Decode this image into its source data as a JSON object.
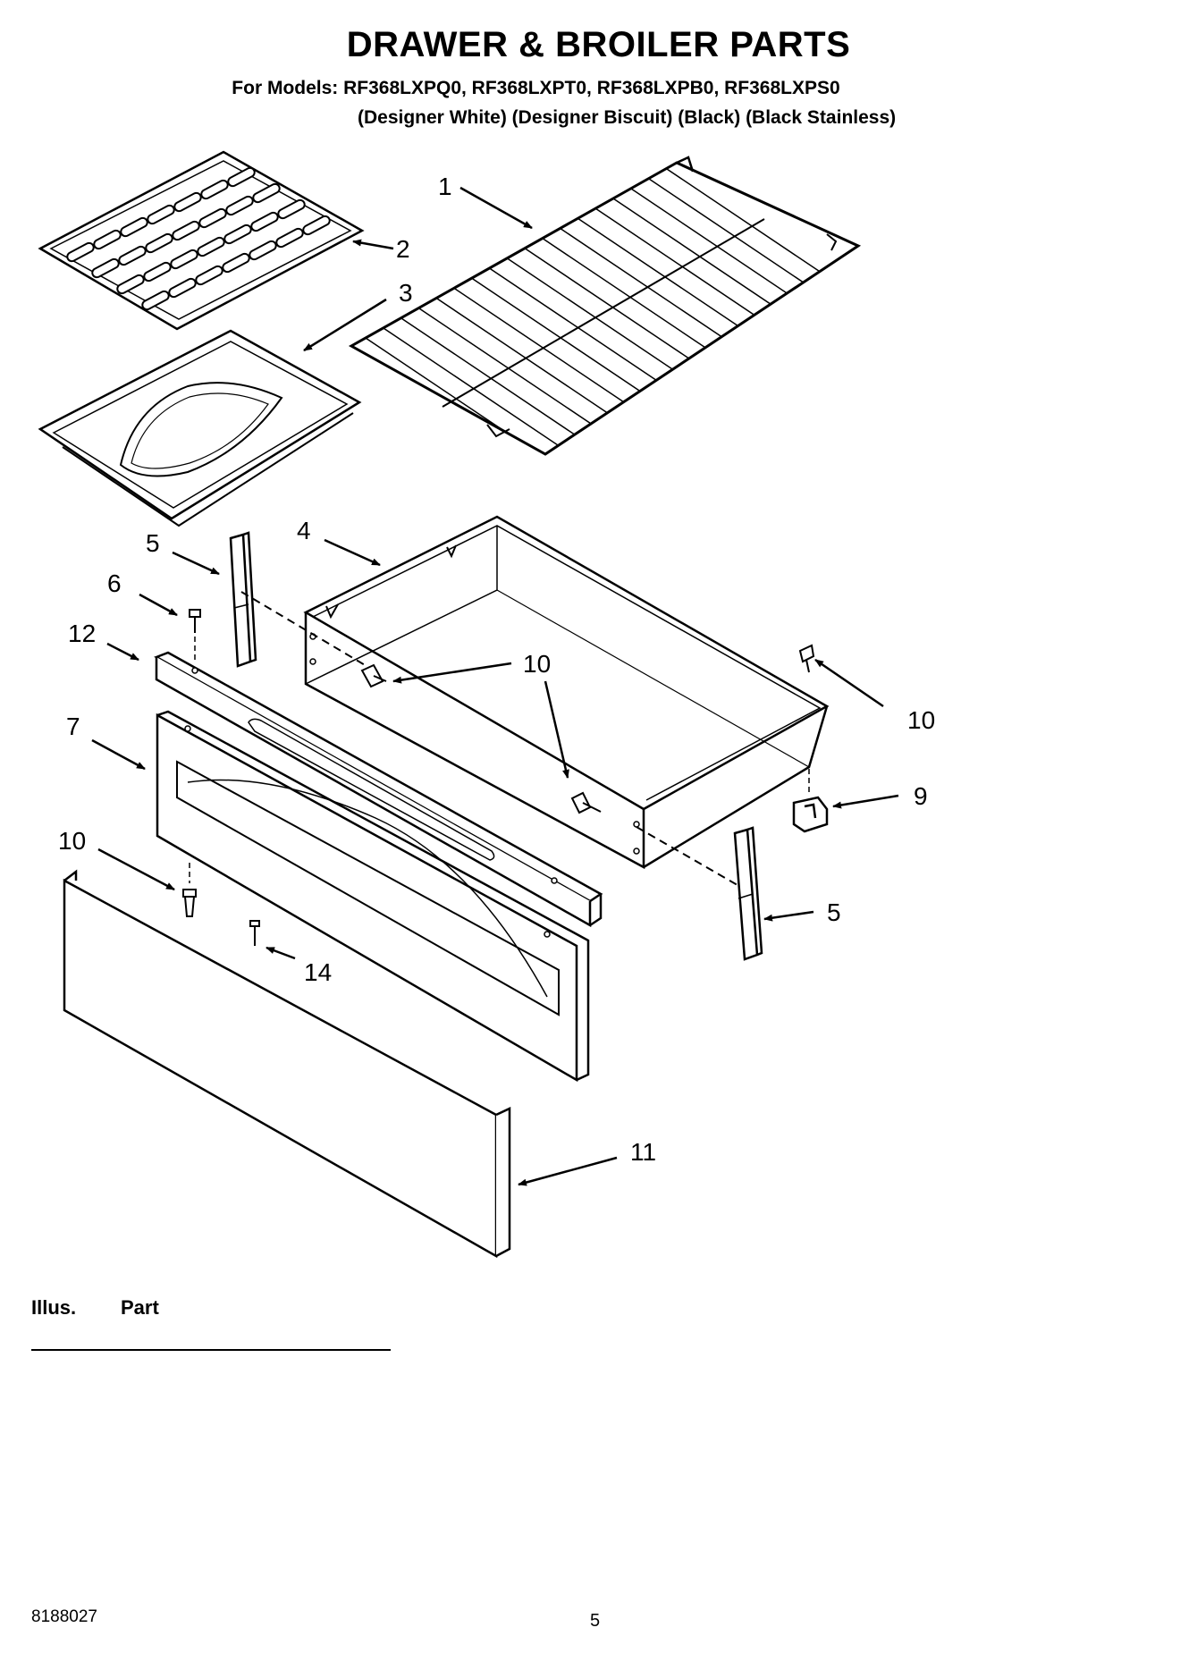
{
  "header": {
    "title": "DRAWER & BROILER PARTS",
    "models": "For Models: RF368LXPQ0, RF368LXPT0, RF368LXPB0, RF368LXPS0",
    "variants": "(Designer White) (Designer Biscuit) (Black) (Black Stainless)"
  },
  "callouts": {
    "c1": "1",
    "c2": "2",
    "c3": "3",
    "c4": "4",
    "c5a": "5",
    "c5b": "5",
    "c6": "6",
    "c7": "7",
    "c9": "9",
    "c10a": "10",
    "c10b": "10",
    "c10c": "10",
    "c11": "11",
    "c12": "12",
    "c14": "14"
  },
  "table": {
    "illus_label": "Illus.",
    "part_label": "Part"
  },
  "footer": {
    "doc_number": "8188027",
    "page_number": "5"
  }
}
